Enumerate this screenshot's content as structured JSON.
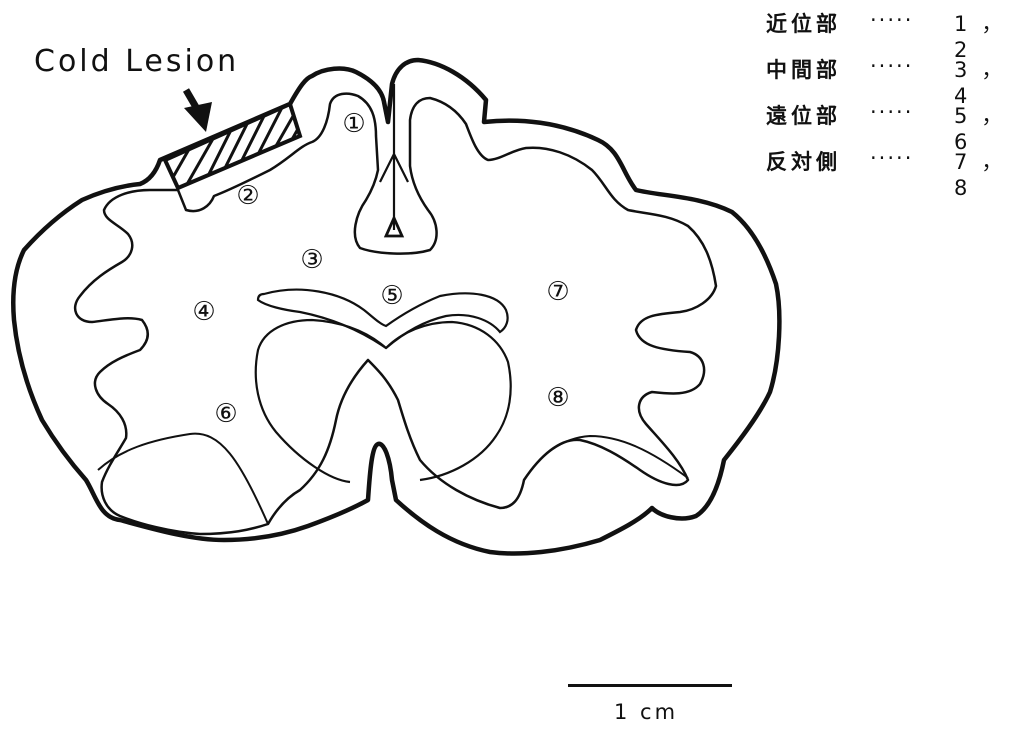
{
  "figure": {
    "lesion_label": "Cold Lesion",
    "scale_label": "1 cm"
  },
  "legend": {
    "rows": [
      {
        "region": "近位部",
        "dots": "·····",
        "numbers": "1，2"
      },
      {
        "region": "中間部",
        "dots": "·····",
        "numbers": "3，4"
      },
      {
        "region": "遠位部",
        "dots": "·····",
        "numbers": "5，6"
      },
      {
        "region": "反対側",
        "dots": "·····",
        "numbers": "7，8"
      }
    ]
  },
  "markers": [
    "①",
    "②",
    "③",
    "④",
    "⑤",
    "⑥",
    "⑦",
    "⑧"
  ],
  "icons": {
    "arrow": "down-arrow-icon",
    "lesion": "hatched-lesion-icon"
  },
  "colors": {
    "ink": "#111111",
    "background": "#ffffff"
  }
}
